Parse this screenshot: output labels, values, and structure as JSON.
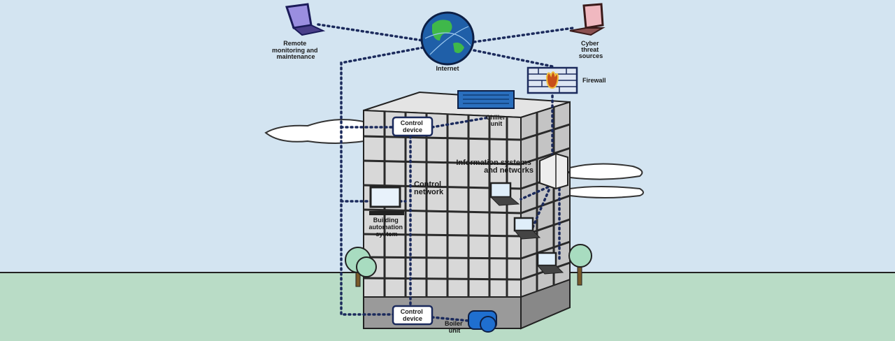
{
  "diagram": {
    "remote": {
      "lines": [
        "Remote",
        "monitoring and",
        "maintenance"
      ]
    },
    "internet": {
      "label": "Internet"
    },
    "cyber": {
      "lines": [
        "Cyber",
        "threat",
        "sources"
      ]
    },
    "firewall": {
      "label": "Firewall"
    },
    "control_device_top": {
      "lines": [
        "Control",
        "device"
      ]
    },
    "chiller": {
      "lines": [
        "Chiller",
        "unit"
      ]
    },
    "info_systems": {
      "lines": [
        "Information systems",
        "and networks"
      ]
    },
    "control_network": {
      "lines": [
        "Control",
        "network"
      ]
    },
    "bas": {
      "lines": [
        "Building",
        "automation",
        "system"
      ]
    },
    "control_device_bottom": {
      "lines": [
        "Control",
        "device"
      ]
    },
    "boiler": {
      "lines": [
        "Boiler",
        "unit"
      ]
    }
  },
  "colors": {
    "sky": "#d3e4f1",
    "ground": "#b9dcc6",
    "link": "#1b2a5c",
    "building": "#d8d8d8"
  }
}
